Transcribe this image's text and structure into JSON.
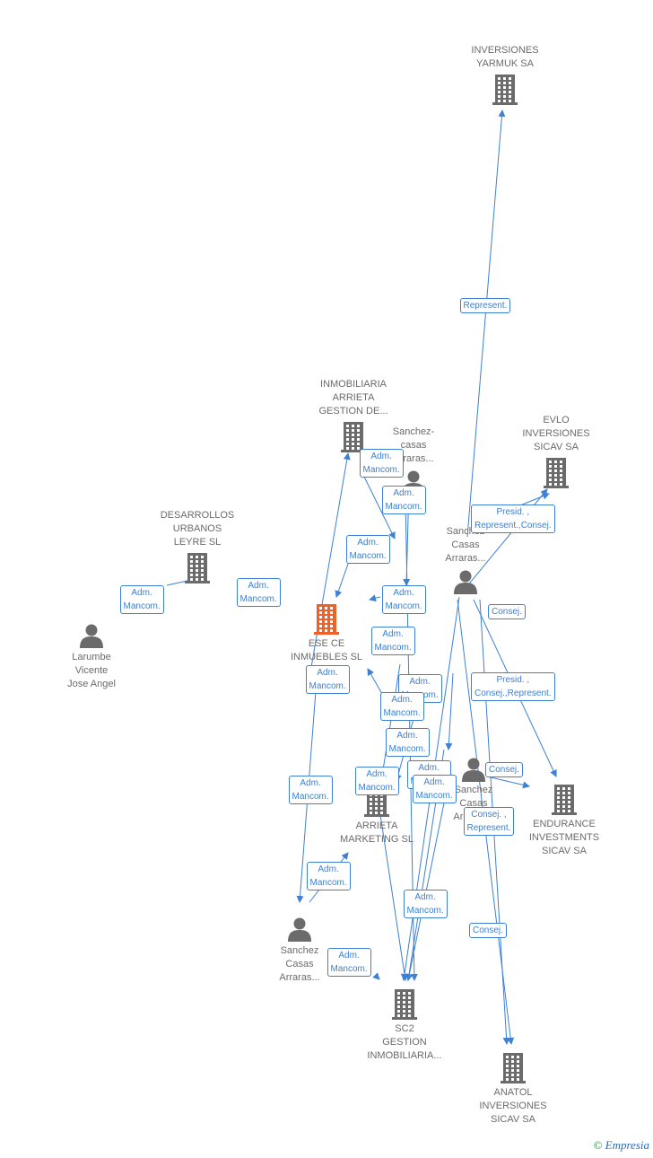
{
  "colors": {
    "edge": "#3d80d4",
    "node": "#6b6b6b",
    "focus": "#f0612a"
  },
  "nodes": [
    {
      "id": "yarmuk",
      "kind": "company",
      "lines": [
        "INVERSIONES",
        "YARMUK SA"
      ]
    },
    {
      "id": "arrieta_gestion",
      "kind": "company",
      "lines": [
        "INMOBILIARIA",
        "ARRIETA",
        "GESTION DE..."
      ]
    },
    {
      "id": "evlo",
      "kind": "company",
      "lines": [
        "EVLO",
        "INVERSIONES",
        "SICAV SA"
      ]
    },
    {
      "id": "desarrollos",
      "kind": "company",
      "lines": [
        "DESARROLLOS",
        "URBANOS",
        "LEYRE SL"
      ]
    },
    {
      "id": "ese_ce",
      "kind": "focus",
      "lines": [
        "ESE CE",
        "INMUEBLES SL"
      ]
    },
    {
      "id": "larumbe",
      "kind": "person",
      "lines": [
        "Larumbe",
        "Vicente",
        "Jose Angel"
      ]
    },
    {
      "id": "sanchez1",
      "kind": "person",
      "lines": [
        "Sanchez-",
        "casas",
        "Arraras..."
      ]
    },
    {
      "id": "sanchez2",
      "kind": "person",
      "lines": [
        "Sanchez",
        "Casas",
        "Arraras..."
      ]
    },
    {
      "id": "sanchez3",
      "kind": "person",
      "lines": [
        "Sanchez",
        "Casas",
        "Arraras..."
      ]
    },
    {
      "id": "sanchez4",
      "kind": "person",
      "lines": [
        "Sanchez",
        "Casas",
        "Arraras..."
      ]
    },
    {
      "id": "arrieta_marketing",
      "kind": "company",
      "lines": [
        "ARRIETA",
        "MARKETING SL"
      ]
    },
    {
      "id": "endurance",
      "kind": "company",
      "lines": [
        "ENDURANCE",
        "INVESTMENTS",
        "SICAV SA"
      ]
    },
    {
      "id": "sc2",
      "kind": "company",
      "lines": [
        "SC2",
        "GESTION",
        "INMOBILIARIA..."
      ]
    },
    {
      "id": "anatol",
      "kind": "company",
      "lines": [
        "ANATOL",
        "INVERSIONES",
        "SICAV SA"
      ]
    }
  ],
  "edge_labels": [
    [
      "Represent."
    ],
    [
      "Adm.",
      "Mancom."
    ],
    [
      "Adm.",
      "Mancom."
    ],
    [
      "Presid. ,",
      "Represent.,Consej."
    ],
    [
      "Adm.",
      "Mancom."
    ],
    [
      "Adm.",
      "Mancom."
    ],
    [
      "Adm.",
      "Mancom."
    ],
    [
      "Adm.",
      "Mancom."
    ],
    [
      "Consej."
    ],
    [
      "Adm.",
      "Mancom."
    ],
    [
      "Adm.",
      "Mancom."
    ],
    [
      "Adm.",
      "Mancom."
    ],
    [
      "Presid. ,",
      "Consej.,Represent."
    ],
    [
      "Adm.",
      "Mancom."
    ],
    [
      "Adm.",
      "Mancom."
    ],
    [
      "Adm.",
      "Mancom."
    ],
    [
      "Consej."
    ],
    [
      "Adm.",
      "Mancom."
    ],
    [
      "Adm.",
      "Mancom."
    ],
    [
      "Consej. ,",
      "Represent."
    ],
    [
      "Adm.",
      "Mancom."
    ],
    [
      "Adm.",
      "Mancom."
    ],
    [
      "Adm.",
      "Mancom."
    ],
    [
      "Consej."
    ],
    [
      "Adm.",
      "Mancom."
    ]
  ],
  "brand": {
    "symbol": "©",
    "name": "Empresia"
  }
}
